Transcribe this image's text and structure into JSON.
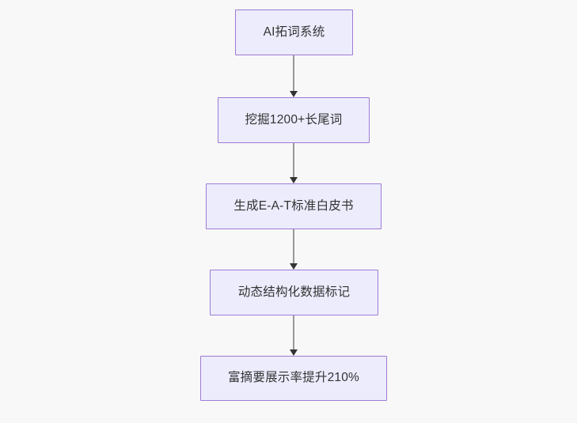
{
  "diagram": {
    "type": "flowchart",
    "direction": "top-to-bottom",
    "background_color": "#f8f8f8",
    "node_fill_color": "#ececfd",
    "node_border_color": "#9f7bd4",
    "node_text_color": "#333333",
    "edge_color": "#999999",
    "arrowhead_color": "#333333",
    "nodes": [
      {
        "id": "node-1",
        "label": "AI拓词系统"
      },
      {
        "id": "node-2",
        "label": "挖掘1200+长尾词"
      },
      {
        "id": "node-3",
        "label": "生成E-A-T标准白皮书"
      },
      {
        "id": "node-4",
        "label": "动态结构化数据标记"
      },
      {
        "id": "node-5",
        "label": "富摘要展示率提升210%"
      }
    ],
    "edges": [
      {
        "id": "edge-1",
        "from": "node-1",
        "to": "node-2",
        "arrow": "arrow-down-icon"
      },
      {
        "id": "edge-2",
        "from": "node-2",
        "to": "node-3",
        "arrow": "arrow-down-icon"
      },
      {
        "id": "edge-3",
        "from": "node-3",
        "to": "node-4",
        "arrow": "arrow-down-icon"
      },
      {
        "id": "edge-4",
        "from": "node-4",
        "to": "node-5",
        "arrow": "arrow-down-icon"
      }
    ]
  }
}
